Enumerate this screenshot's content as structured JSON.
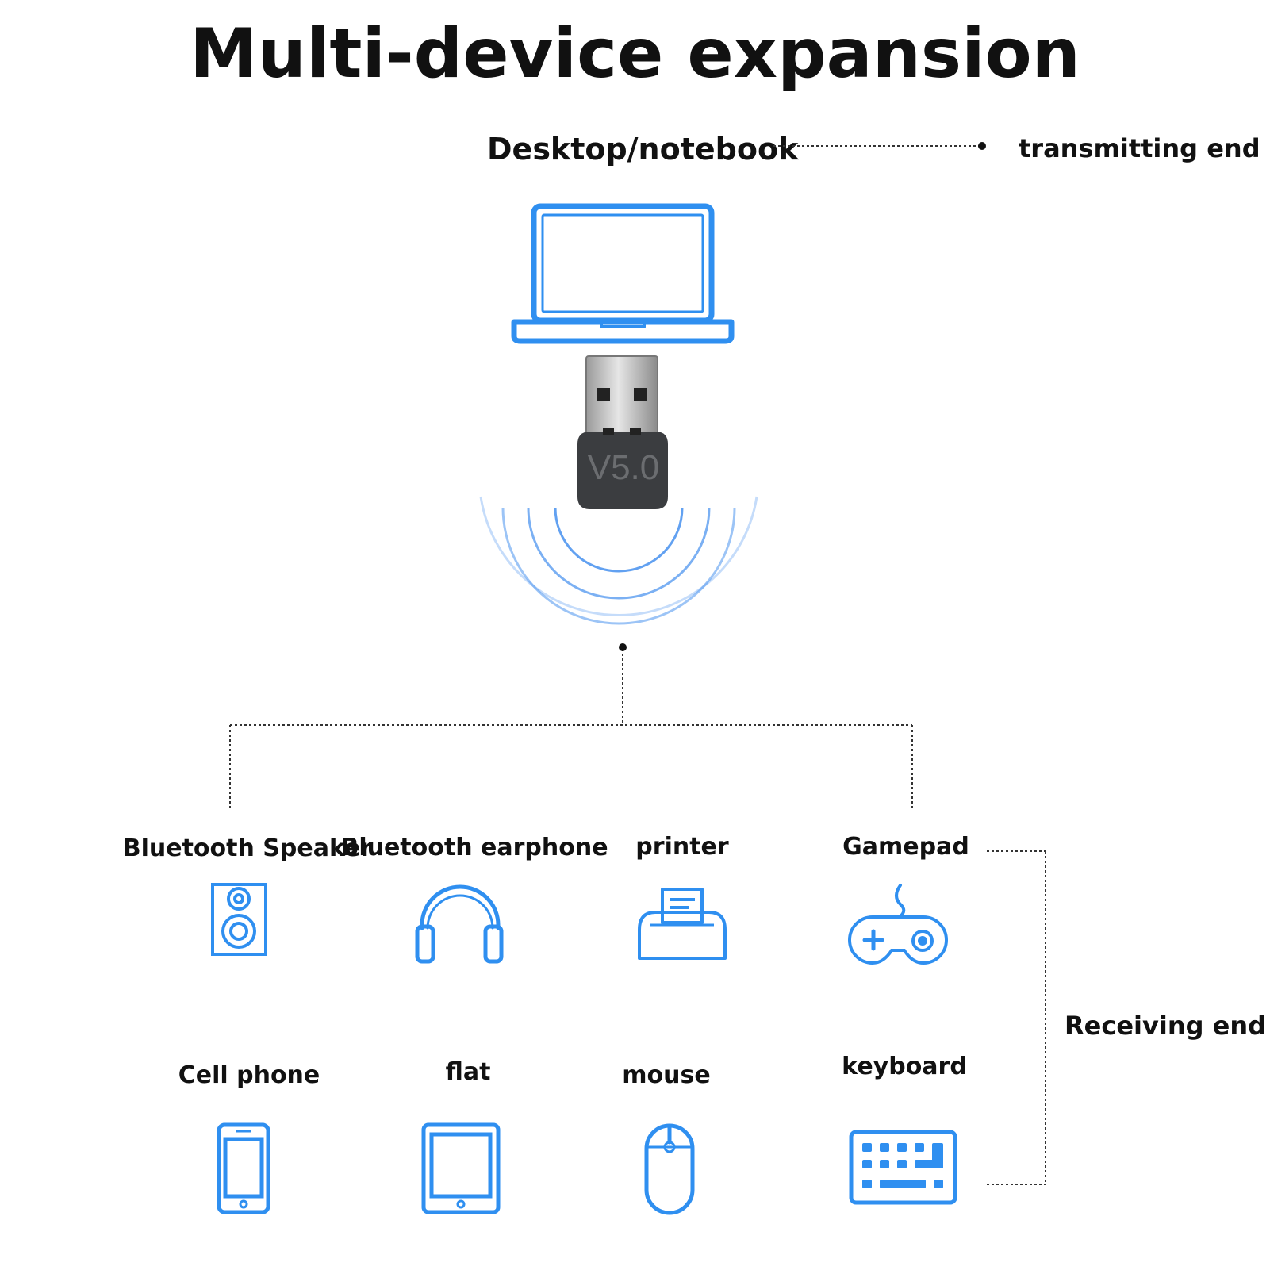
{
  "title": "Multi-device expansion",
  "source": {
    "label": "Desktop/notebook",
    "role": "transmitting end"
  },
  "adapter": {
    "version_text": "V5.0"
  },
  "receiving_label": "Receiving end",
  "devices_row1": [
    {
      "label": "Bluetooth Speaker",
      "icon": "speaker-icon"
    },
    {
      "label": "Bluetooth earphone",
      "icon": "headphones-icon"
    },
    {
      "label": "printer",
      "icon": "printer-icon"
    },
    {
      "label": "Gamepad",
      "icon": "gamepad-icon"
    }
  ],
  "devices_row2": [
    {
      "label": "Cell phone",
      "icon": "cell-phone-icon"
    },
    {
      "label": "flat",
      "icon": "tablet-icon"
    },
    {
      "label": "mouse",
      "icon": "mouse-icon"
    },
    {
      "label": "keyboard",
      "icon": "keyboard-icon"
    }
  ],
  "colors": {
    "accent": "#2f8ff0",
    "text": "#111111"
  }
}
